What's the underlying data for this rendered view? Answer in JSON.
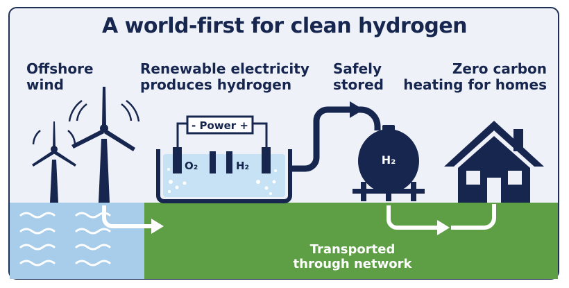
{
  "title": "A world-first for clean hydrogen",
  "steps": {
    "wind": {
      "line1": "Offshore",
      "line2": "wind"
    },
    "electricity": {
      "line1": "Renewable electricity",
      "line2": "produces hydrogen"
    },
    "stored": {
      "line1": "Safely",
      "line2": "stored"
    },
    "heating": {
      "line1": "Zero carbon",
      "line2": "heating for homes"
    },
    "transport": {
      "line1": "Transported",
      "line2": "through network"
    }
  },
  "electrolyser": {
    "power_label": "- Power +",
    "oxygen_label": "O₂",
    "hydrogen_label": "H₂"
  },
  "tank": {
    "label": "H₂"
  },
  "colors": {
    "navy": "#17264f",
    "sea": "#a7cdea",
    "land": "#5e9e44",
    "water_tank": "#c7e2f5",
    "arrow": "#ffffff"
  },
  "icons": [
    "wind-turbine-icon",
    "electrolysis-tank-icon",
    "hydrogen-tank-icon",
    "house-icon",
    "flow-arrow-icon"
  ]
}
